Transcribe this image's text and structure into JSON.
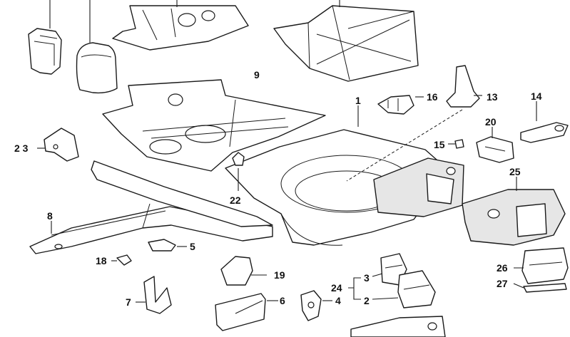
{
  "callouts": {
    "c1": "1",
    "c2": "2",
    "c3": "3",
    "c4": "4",
    "c5": "5",
    "c6": "6",
    "c7": "7",
    "c8": "8",
    "c9": "9",
    "c13": "13",
    "c14": "14",
    "c15": "15",
    "c16": "16",
    "c18": "18",
    "c19": "19",
    "c20": "20",
    "c22": "22",
    "c23": "2 3",
    "c24": "24",
    "c25": "25",
    "c26": "26",
    "c27": "27"
  }
}
